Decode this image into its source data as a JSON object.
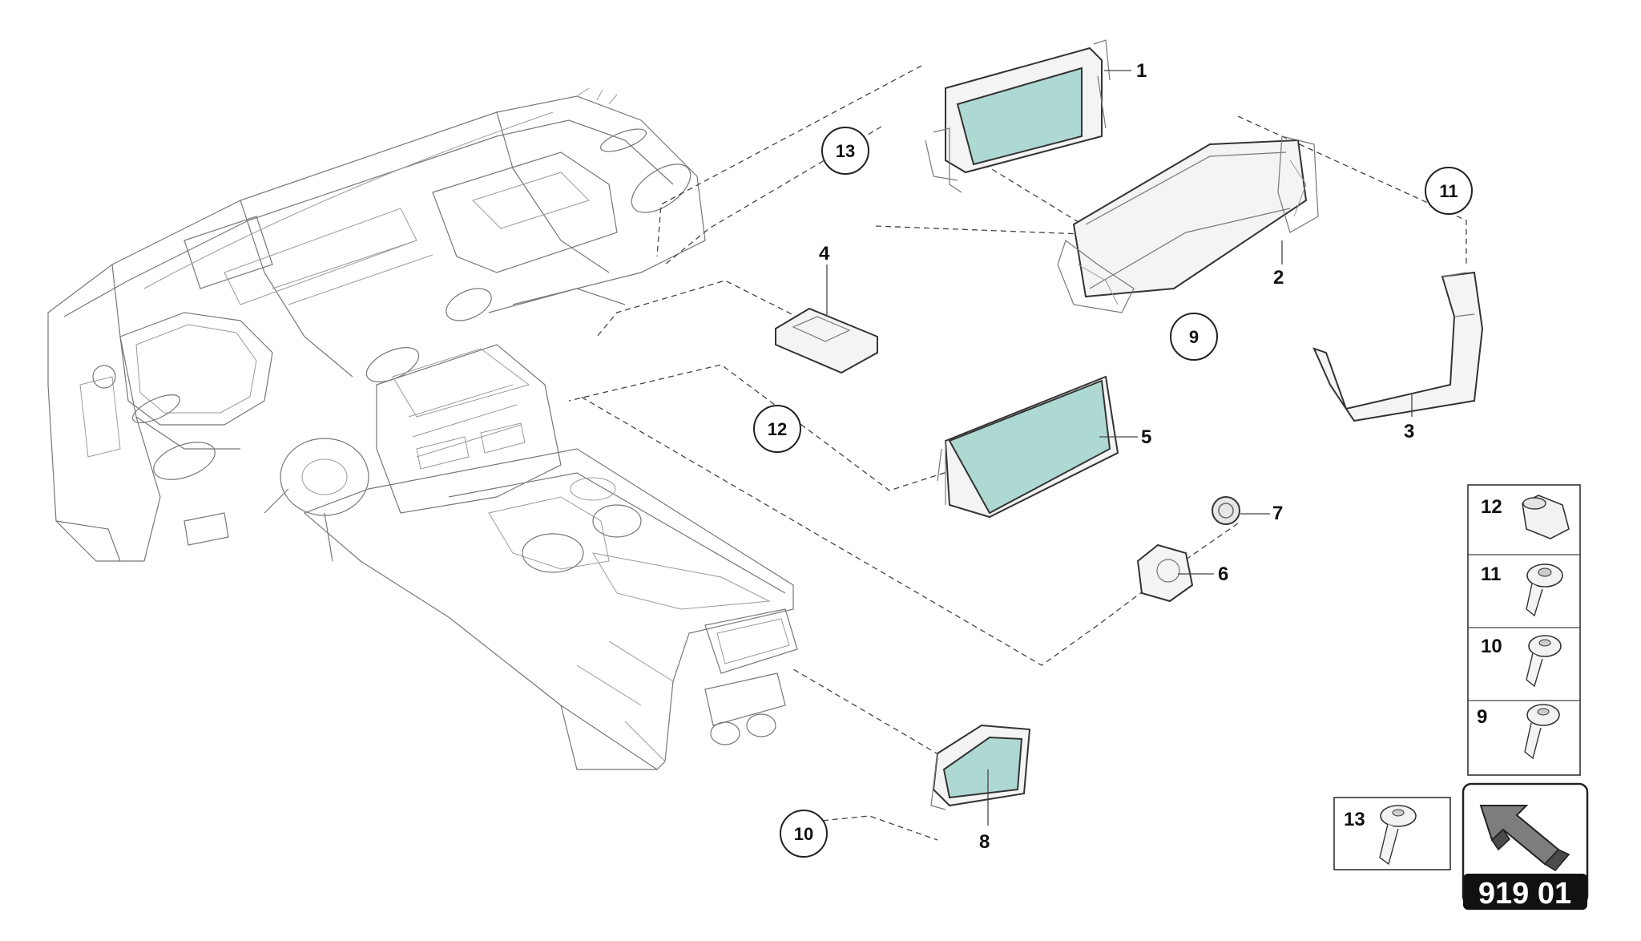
{
  "callouts": {
    "c1": "1",
    "c2": "2",
    "c3": "3",
    "c4": "4",
    "c5": "5",
    "c6": "6",
    "c7": "7",
    "c8": "8",
    "c9": "9",
    "c10": "10",
    "c11": "11",
    "c12": "12",
    "c13": "13"
  },
  "circled": {
    "c13": "13",
    "c11": "11",
    "c9": "9",
    "c12": "12",
    "c10": "10"
  },
  "legend": {
    "i12": "12",
    "i11": "11",
    "i10": "10",
    "i9": "9",
    "i13": "13"
  },
  "diagram_code": "919 01",
  "colors": {
    "display_glass": "#aed9d3",
    "code_box": "#111111"
  }
}
